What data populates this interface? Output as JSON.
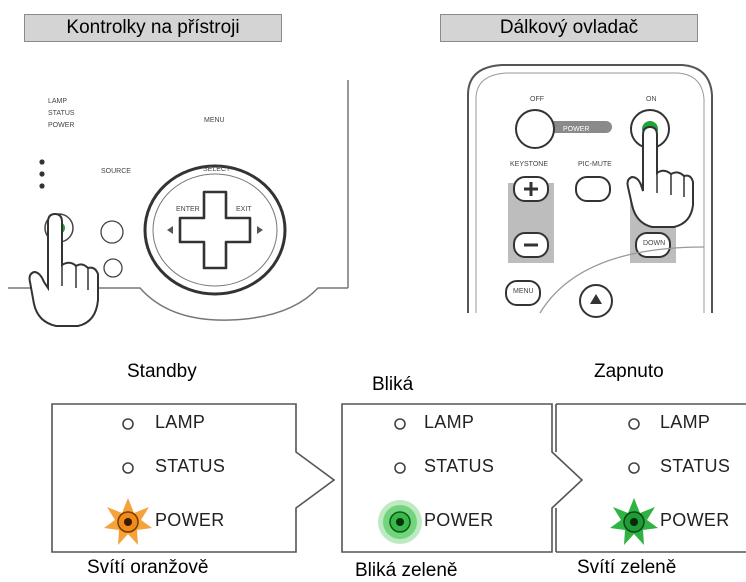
{
  "headers": {
    "device": "Kontrolky na přístroji",
    "remote": "Dálkový ovladač"
  },
  "device_panel": {
    "indicators": [
      "LAMP",
      "STATUS",
      "POWER"
    ],
    "buttons": [
      "SOURCE",
      "MENU",
      "SELECT",
      "ENTER",
      "EXIT"
    ]
  },
  "remote": {
    "off": "OFF",
    "on": "ON",
    "power": "POWER",
    "keystone": "KEYSTONE",
    "picmute": "PIC-MUTE",
    "down": "DOWN",
    "menu": "MENU"
  },
  "states": [
    {
      "title": "Standby",
      "indicators": [
        "LAMP",
        "STATUS",
        "POWER"
      ],
      "caption": "Svítí oranžově",
      "power_color": "#f08a1c"
    },
    {
      "title": "Bliká",
      "indicators": [
        "LAMP",
        "STATUS",
        "POWER"
      ],
      "caption": "Bliká zeleně",
      "power_color": "#37c24a"
    },
    {
      "title": "Zapnuto",
      "indicators": [
        "LAMP",
        "STATUS",
        "POWER"
      ],
      "caption": "Svítí zeleně",
      "power_color": "#22b03a"
    }
  ],
  "colors": {
    "label_bg": "#d4d4d4",
    "green_led": "#1fa23a",
    "orange_led": "#f08a1c"
  }
}
